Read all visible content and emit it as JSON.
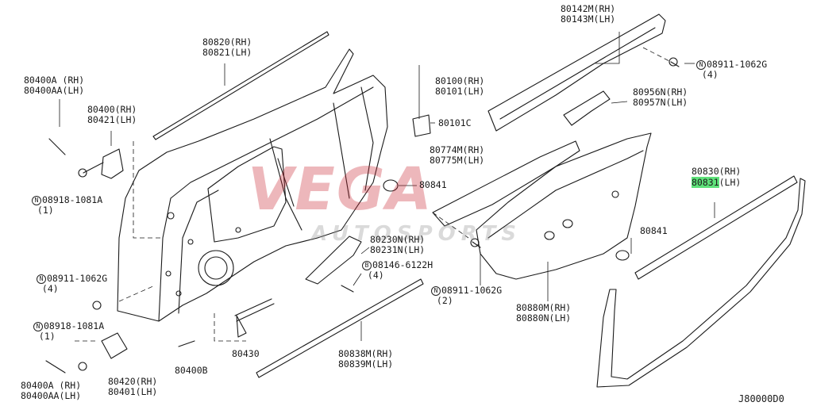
{
  "watermark": {
    "brand": "VEGA",
    "sub": "AUTOSPORTS",
    "color": "#c81e2d"
  },
  "highlight_color": "#5ee27a",
  "diagram_code": "J80000D0",
  "labels": {
    "p80820": "80820(RH)\n80821(LH)",
    "p80400a_top": "80400A (RH)\n80400AA(LH)",
    "p80400": "80400(RH)\n80421(LH)",
    "p80918_top": "08918-1081A\n (1)",
    "p80911_left": "08911-1062G\n (4)",
    "p80918_bot": "08918-1081A\n (1)",
    "p80400a_bot": "80400A (RH)\n80400AA(LH)",
    "p80420": "80420(RH)\n80401(LH)",
    "p80400b": "80400B",
    "p80430": "80430",
    "p80100": "80100(RH)\n80101(LH)",
    "p80101c": "80101C",
    "p80841_a": "80841",
    "p80230": "80230N(RH)\n80231N(LH)",
    "p08146": "08146-6122H\n (4)",
    "p80838": "80838M(RH)\n80839M(LH)",
    "p80142": "80142M(RH)\n80143M(LH)",
    "p08911_right": "08911-1062G\n (4)",
    "p80956": "80956N(RH)\n80957N(LH)",
    "p80774": "80774M(RH)\n80775M(LH)",
    "p08911_mid": "08911-1062G\n (2)",
    "p80841_b": "80841",
    "p80880": "80880M(RH)\n80880N(LH)",
    "p80830_rh": "80830(RH)",
    "p80831_num": "80831",
    "p80831_lh": "(LH)"
  },
  "symbols": {
    "nut": "N",
    "bolt": "B"
  }
}
